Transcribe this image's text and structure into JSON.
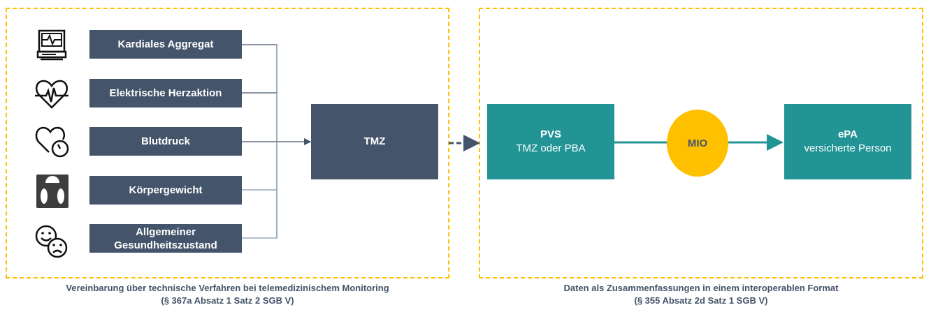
{
  "left_region": {
    "sources": [
      {
        "label": "Kardiales Aggregat",
        "icon": "cardiac-monitor-icon"
      },
      {
        "label": "Elektrische Herzaktion",
        "icon": "heart-pulse-icon"
      },
      {
        "label": "Blutdruck",
        "icon": "heart-gauge-icon"
      },
      {
        "label": "Körpergewicht",
        "icon": "scale-icon"
      },
      {
        "label": "Allgemeiner Gesundheitszustand",
        "icon": "happy-sad-faces-icon"
      }
    ],
    "target": {
      "label": "TMZ"
    },
    "caption_line1": "Vereinbarung über technische Verfahren bei telemedizinischem Monitoring",
    "caption_line2": "(§ 367a Absatz 1 Satz 2 SGB V)"
  },
  "right_region": {
    "pvs": {
      "title": "PVS",
      "subtitle": "TMZ oder PBA"
    },
    "mio": {
      "label": "MIO"
    },
    "epa": {
      "title": "ePA",
      "subtitle": "versicherte Person"
    },
    "caption_line1": "Daten als Zusammenfassungen in einem interoperablen Format",
    "caption_line2": "(§ 355 Absatz 2d Satz 1 SGB V)"
  },
  "colors": {
    "dark_box": "#44546A",
    "teal_box": "#239496",
    "accent_yellow": "#FFC000",
    "connector_gray": "#8497B0"
  }
}
